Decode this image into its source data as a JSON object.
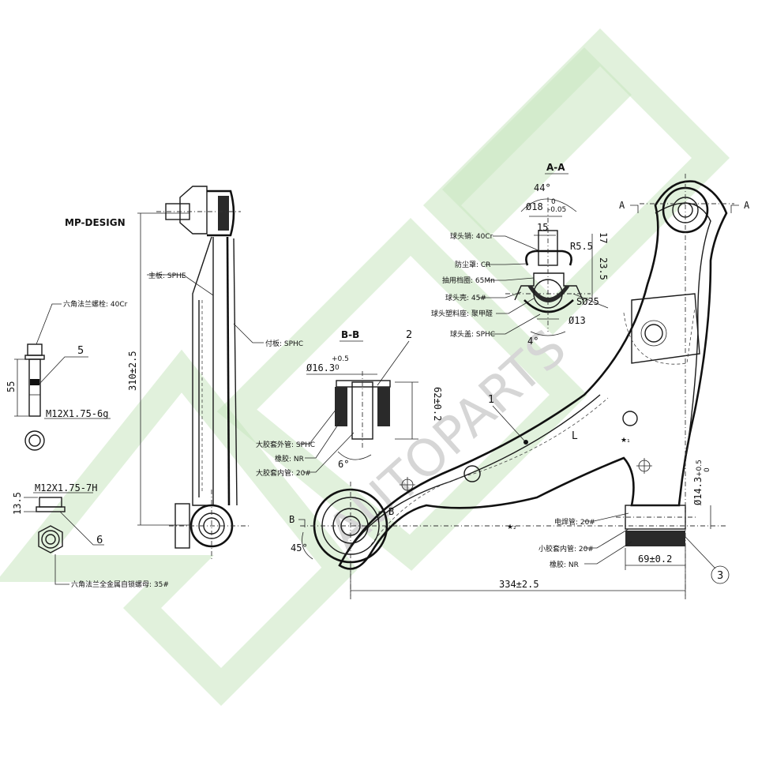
{
  "title": "MP-DESIGN",
  "watermark": {
    "text": "AUTOPARTS",
    "color": "#c8e6bf"
  },
  "colors": {
    "ink": "#111111",
    "background": "#ffffff"
  },
  "parts": {
    "bolt": {
      "item_no": "5",
      "label": "六角法兰螺栓: 40Cr",
      "thread": "M12X1.75-6g",
      "length": "55"
    },
    "nut": {
      "item_no": "6",
      "label": "六角法兰全金属自锁螺母: 35#",
      "thread": "M12X1.75-7H",
      "height": "13.5"
    },
    "side_view": {
      "main_plate": "主板: SPHE",
      "aux_plate": "付板: SPHC",
      "length": "310±2.5"
    },
    "section_bb": {
      "title": "B-B",
      "item_no": "2",
      "diameter": "Ø16.3",
      "diameter_tol_upper": "+0.5",
      "diameter_tol_lower": "0",
      "height": "62±0.2",
      "angle": "6°",
      "labels": [
        "大胶套外管: SPHC",
        "橡胶: NR",
        "大胶套内管: 20#"
      ]
    },
    "section_aa": {
      "title": "A-A",
      "angle_top": "44°",
      "diameter_top": "Ø18",
      "diameter_top_tol_upper": "0",
      "diameter_top_tol_lower": "-0.05",
      "dim_15": "15",
      "dim_r": "R5.5",
      "dim_17": "17",
      "dim_23": "23.5",
      "dim_s": "SØ25",
      "dim_13": "Ø13",
      "angle_bottom": "4°",
      "labels": [
        "球头销: 40Cr",
        "防尘罩: CR",
        "抽用档圈: 65Mn",
        "球头壳: 45#",
        "球头塑料座: 聚甲醛",
        "球头盖: SPHC"
      ]
    },
    "main_view": {
      "item_no": "1",
      "side_mark": "L",
      "star_1": "★₁",
      "star_2": "★₂",
      "section_marks": [
        "A",
        "A",
        "B",
        "B"
      ],
      "angle": "45°",
      "overall_length": "334±2.5",
      "bushing_length": "69±0.2",
      "bushing_diameter": "Ø14.3",
      "bushing_diameter_tol_upper": "+0.5",
      "bushing_diameter_tol_lower": "0",
      "bushing_item_no": "3",
      "bushing_labels": [
        "电焊管: 20#",
        "小胶套内管: 20#",
        "橡胶: NR"
      ]
    }
  }
}
